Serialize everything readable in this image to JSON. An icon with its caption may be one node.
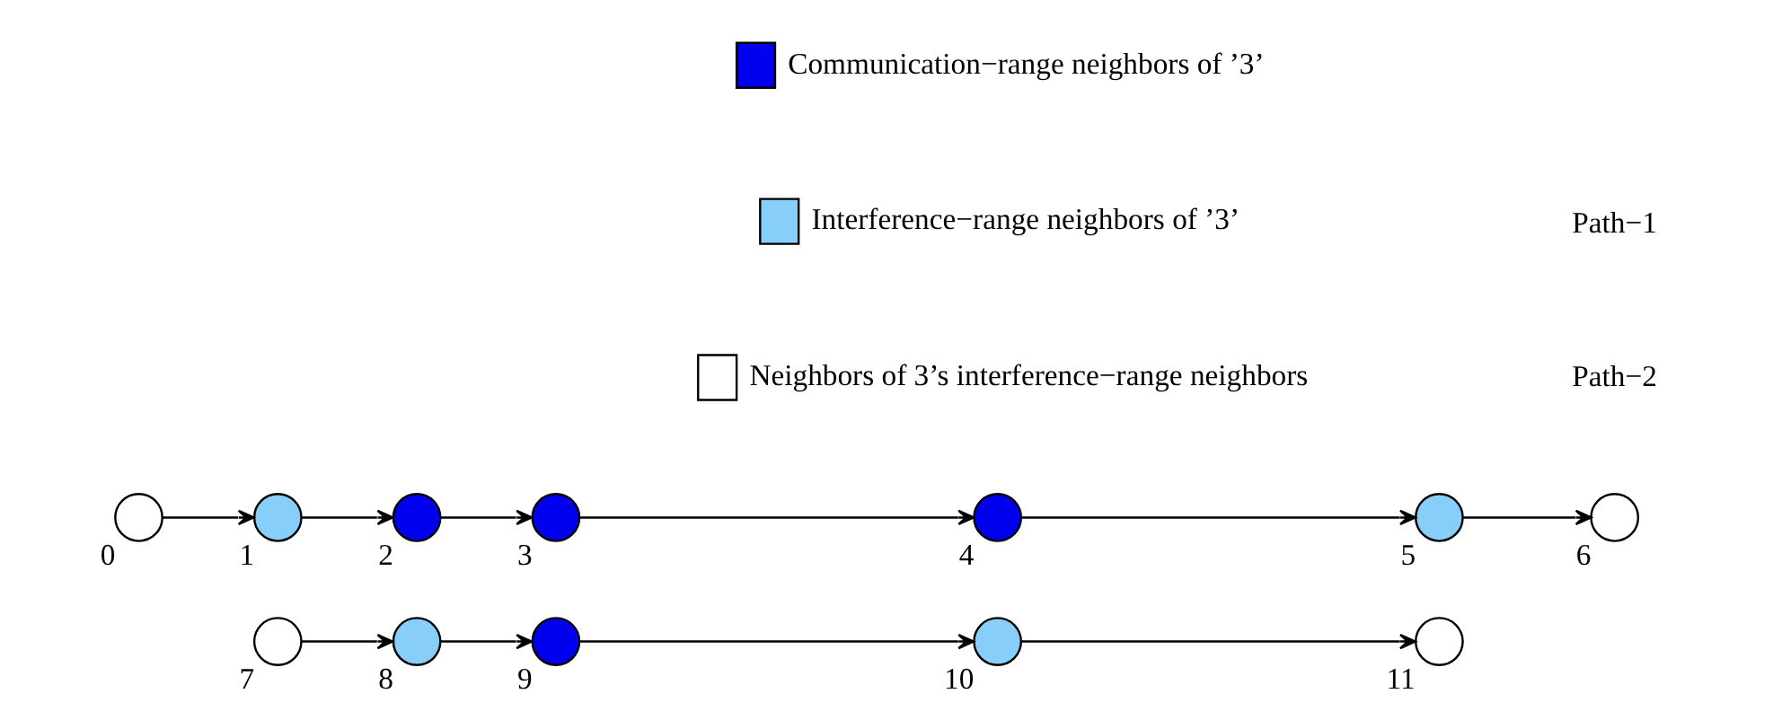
{
  "diagram": {
    "nodes": [
      {
        "text": [],
        "shape": "circle",
        "beside": [
          "0"
        ]
      },
      {
        "text": [],
        "shape": "circle",
        "beside": [
          "1"
        ]
      },
      {
        "text": [],
        "shape": "circle",
        "beside": [
          "2"
        ]
      },
      {
        "text": [],
        "shape": "circle",
        "beside": [
          "3"
        ]
      },
      {
        "text": [],
        "shape": "circle",
        "beside": [
          "4"
        ]
      },
      {
        "text": [],
        "shape": "circle",
        "beside": [
          "5"
        ]
      },
      {
        "text": [],
        "shape": "circle",
        "beside": [
          "6"
        ]
      },
      {
        "text": [],
        "shape": "circle",
        "beside": [
          "7"
        ]
      },
      {
        "text": [],
        "shape": "circle",
        "beside": [
          "8"
        ]
      },
      {
        "text": [],
        "shape": "circle",
        "beside": [
          "9"
        ]
      },
      {
        "text": [],
        "shape": "circle",
        "beside": [
          "10"
        ]
      },
      {
        "text": [],
        "shape": "circle",
        "beside": [
          "11"
        ]
      }
    ],
    "edges": [
      {
        "from": 0,
        "to": 1,
        "arrow": "to"
      },
      {
        "from": 1,
        "to": 2,
        "arrow": "to"
      },
      {
        "from": 2,
        "to": 3,
        "arrow": "to"
      },
      {
        "from": 3,
        "to": 4,
        "arrow": "to"
      },
      {
        "from": 4,
        "to": 5,
        "arrow": "to"
      },
      {
        "from": 5,
        "to": 6,
        "arrow": "to"
      },
      {
        "from": 7,
        "to": 8,
        "arrow": "to"
      },
      {
        "from": 8,
        "to": 9,
        "arrow": "to"
      },
      {
        "from": 9,
        "to": 10,
        "arrow": "to"
      },
      {
        "from": 10,
        "to": 11,
        "arrow": "to"
      }
    ],
    "labels": [
      "Path−1",
      "Path−2"
    ],
    "legend": [
      {
        "text": "Communication−range neighbors of ’3’",
        "color": "#0000ee"
      },
      {
        "text": "Interference−range neighbors of ’3’",
        "color": "#87cefa"
      },
      {
        "text": "Neighbors of 3’s interference−range neighbors",
        "color": "#ffffff"
      }
    ]
  }
}
